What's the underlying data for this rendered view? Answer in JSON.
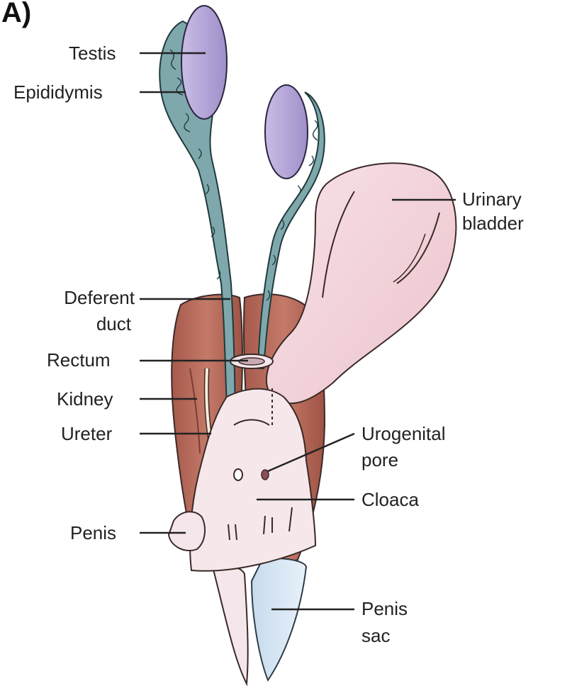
{
  "panel_label": "A)",
  "edge_glyph": "(",
  "colors": {
    "testis": "#b8a9d9",
    "epididymis": "#7fa8ad",
    "urinary_bladder": "#f2d3da",
    "kidney": "#b5695a",
    "cloaca": "#f6e8ea",
    "penis_sac": "#d6e5f2",
    "penis": "#f4e6ea",
    "leader_line": "#222222"
  },
  "labels": {
    "testis": "Testis",
    "epididymis": "Epididymis",
    "urinary_bladder_1": "Urinary",
    "urinary_bladder_2": "bladder",
    "deferent_duct_1": "Deferent",
    "deferent_duct_2": "duct",
    "rectum": "Rectum",
    "kidney": "Kidney",
    "ureter": "Ureter",
    "urogenital_pore_1": "Urogenital",
    "urogenital_pore_2": "pore",
    "cloaca": "Cloaca",
    "penis": "Penis",
    "penis_sac_1": "Penis",
    "penis_sac_2": "sac"
  }
}
